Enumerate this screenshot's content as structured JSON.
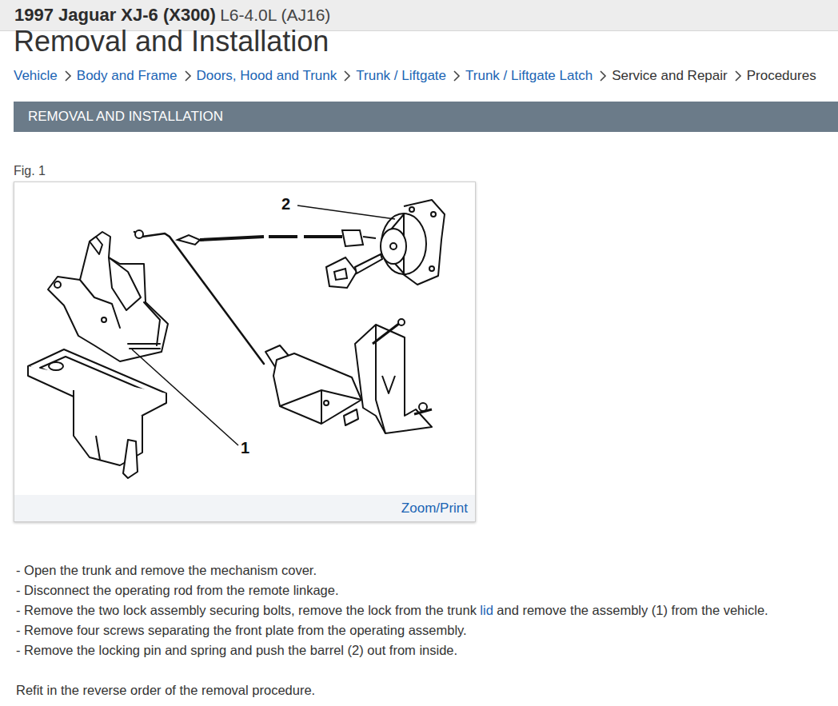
{
  "diagram": {
    "title": "1997 Jaguar XJ-6 (X300)",
    "nodes": [
      {
        "text": [
          "REMOVAL AND INSTALLATION"
        ]
      },
      {
        "text": [
          "Fig. 1",
          "Zoom/Print"
        ]
      }
    ],
    "labels": [
      "L6-4.0L (AJ16)",
      "Removal and Installation",
      "Vehicle",
      "Body and Frame",
      "Doors, Hood and Trunk",
      "Trunk / Liftgate",
      "Trunk / Liftgate Latch",
      "Service and Repair",
      "Procedures",
      "2",
      "1",
      "- Open the trunk and remove the mechanism cover.",
      "- Disconnect the operating rod from the remote linkage.",
      "- Remove the two lock assembly securing bolts, remove the lock from the trunk",
      "lid",
      "and remove the assembly (1) from the vehicle.",
      "- Remove four screws separating the front plate from the operating assembly.",
      "- Remove the locking pin and spring and push the barrel (2) out from inside.",
      "Refit in the reverse order of the removal procedure."
    ]
  }
}
